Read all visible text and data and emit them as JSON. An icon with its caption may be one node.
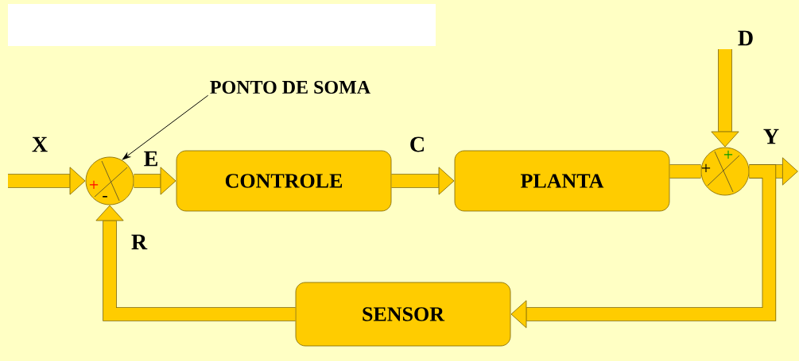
{
  "diagram": {
    "nodes": [
      {
        "text": [
          "+",
          "-"
        ]
      },
      {
        "text": [
          "CONTROLE"
        ]
      },
      {
        "text": [
          "PLANTA"
        ]
      },
      {
        "text": [
          "+",
          "+"
        ]
      },
      {
        "text": [
          "SENSOR"
        ]
      },
      {
        "text": [
          "PONTO DE SOMA"
        ]
      }
    ],
    "edges": [
      {
        "from": null,
        "to": 0,
        "arrow": "to",
        "label": "X"
      },
      {
        "from": 0,
        "to": 1,
        "arrow": "to",
        "label": "E"
      },
      {
        "from": 1,
        "to": 2,
        "arrow": "to",
        "label": "C"
      },
      {
        "from": 2,
        "to": 3,
        "arrow": "none"
      },
      {
        "from": null,
        "to": 3,
        "arrow": "to",
        "label": "D"
      },
      {
        "from": 3,
        "to": null,
        "arrow": "to",
        "label": "Y"
      },
      {
        "from": 3,
        "to": 4,
        "arrow": "to"
      },
      {
        "from": 4,
        "to": 0,
        "arrow": "to",
        "label": "R"
      },
      {
        "from": 5,
        "to": 0,
        "arrow": "to",
        "color": "#000000"
      }
    ]
  }
}
